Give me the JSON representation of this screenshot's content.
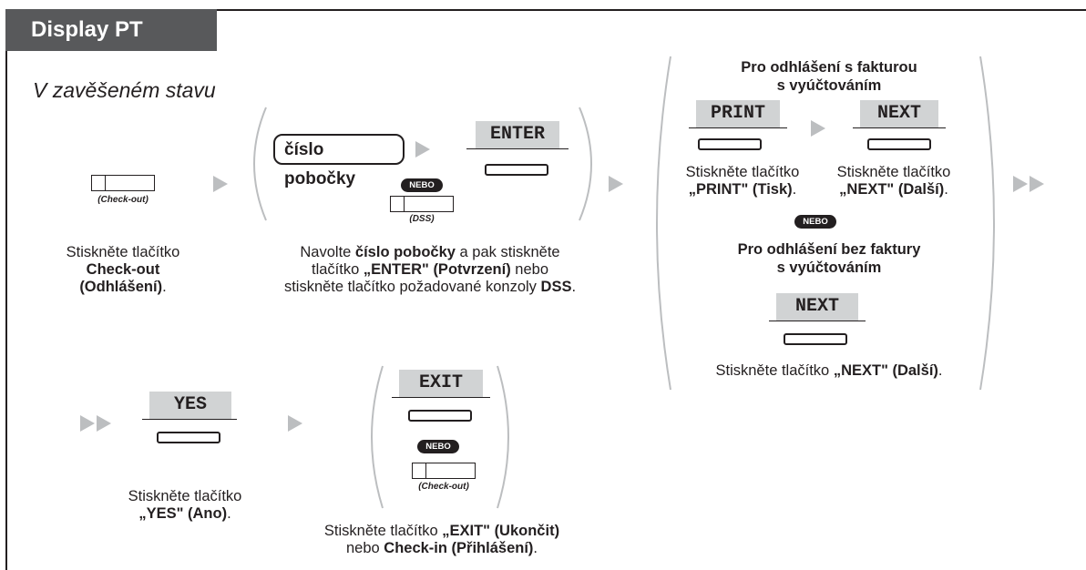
{
  "title": "Display PT",
  "subtitle": "V zavěšeném stavu",
  "btn_caption_checkout": "(Check-out)",
  "btn_caption_dss": "(DSS)",
  "nebo": "NEBO",
  "step1": {
    "line1": "Stiskněte tlačítko",
    "line2": "Check-out",
    "line3_bold": "(Odhlášení)",
    "line3_end": "."
  },
  "step2": {
    "field_label": "číslo pobočky",
    "key": "ENTER",
    "line1_pre": "Navolte ",
    "line1_bold": "číslo pobočky",
    "line1_post": " a pak stiskněte",
    "line2_pre": "tlačítko ",
    "line2_bold": "„ENTER\" (Potvrzení)",
    "line2_post": " nebo",
    "line3_pre": "stiskněte tlačítko požadované konzoly ",
    "line3_bold": "DSS",
    "line3_post": "."
  },
  "step3": {
    "with_invoice_head1": "Pro odhlášení s fakturou",
    "with_invoice_head2": "s vyúčtováním",
    "key_print": "PRINT",
    "key_next": "NEXT",
    "print_line1": "Stiskněte tlačítko",
    "print_line2_bold": "„PRINT\" (Tisk)",
    "print_line2_end": ".",
    "next_line1": "Stiskněte tlačítko",
    "next_line2_bold": "„NEXT\" (Další)",
    "next_line2_end": ".",
    "without_invoice_head1": "Pro odhlášení bez faktury",
    "without_invoice_head2": "s vyúčtováním",
    "next2_pre": "Stiskněte tlačítko ",
    "next2_bold": "„NEXT\" (Další)",
    "next2_end": "."
  },
  "step4": {
    "key": "YES",
    "line1": "Stiskněte tlačítko",
    "line2_bold": "„YES\" (Ano)",
    "line2_end": "."
  },
  "step5": {
    "key": "EXIT",
    "line1_pre": "Stiskněte tlačítko ",
    "line1_bold": "„EXIT\" (Ukončit)",
    "line2_pre": "nebo ",
    "line2_bold": "Check-in (Přihlášení)",
    "line2_end": "."
  },
  "colors": {
    "tab": "#58595b",
    "key_bg": "#d1d3d4",
    "arrow": "#bcbec0",
    "ink": "#231f20"
  }
}
